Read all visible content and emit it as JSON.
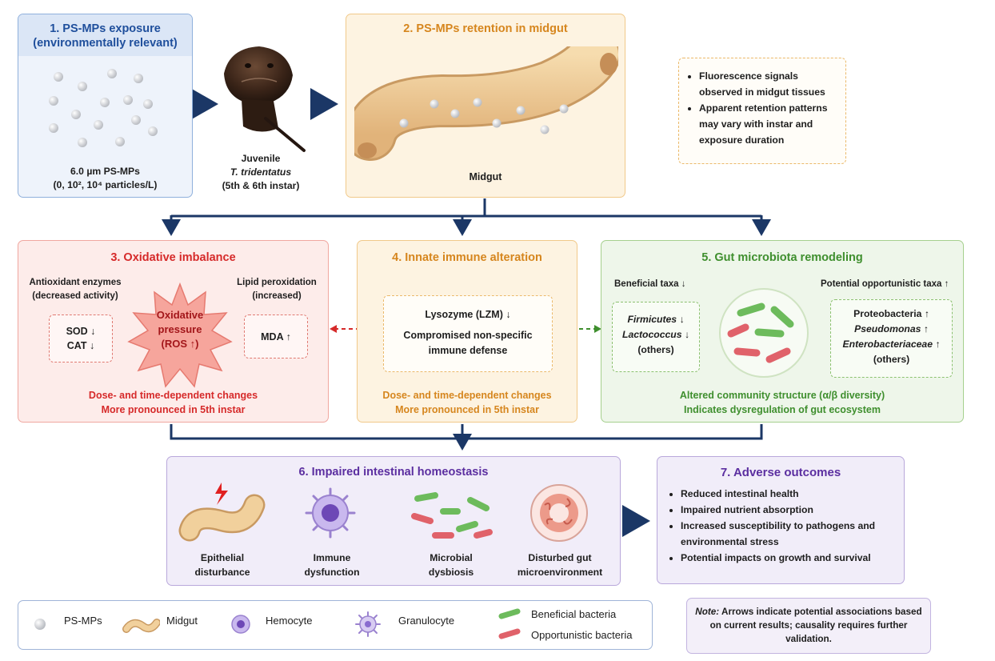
{
  "panel1": {
    "title_line1": "1. PS-MPs exposure",
    "title_line2": "(environmentally relevant)",
    "size_label": "6.0 µm PS-MPs",
    "conc_label": "(0, 10², 10⁴ particles/L)"
  },
  "organism": {
    "line1": "Juvenile",
    "line2": "T. tridentatus",
    "line3": "(5th & 6th instar)"
  },
  "panel2": {
    "title": "2. PS-MPs retention in midgut",
    "midgut_label": "Midgut",
    "notes": [
      "Fluorescence signals observed in midgut tissues",
      "Apparent retention patterns may vary with instar and exposure duration"
    ]
  },
  "panel3": {
    "title": "3. Oxidative imbalance",
    "left_head_line1": "Antioxidant enzymes",
    "left_head_line2": "(decreased activity)",
    "enzyme1": "SOD ↓",
    "enzyme2": "CAT ↓",
    "burst_line1": "Oxidative",
    "burst_line2": "pressure",
    "burst_line3": "(ROS ↑)",
    "right_head_line1": "Lipid peroxidation",
    "right_head_line2": "(increased)",
    "mda": "MDA ↑",
    "foot_line1": "Dose- and time-dependent changes",
    "foot_line2": "More pronounced in 5th instar"
  },
  "panel4": {
    "title": "4. Innate immune alteration",
    "lzm": "Lysozyme (LZM) ↓",
    "defense_line1": "Compromised non-specific",
    "defense_line2": "immune defense",
    "foot_line1": "Dose- and time-dependent changes",
    "foot_line2": "More pronounced in 5th instar"
  },
  "panel5": {
    "title": "5. Gut microbiota remodeling",
    "beneficial_head": "Beneficial taxa ↓",
    "beneficial": [
      "Firmicutes ↓",
      "Lactococcus ↓",
      "(others)"
    ],
    "opportunistic_head": "Potential opportunistic taxa ↑",
    "opportunistic": [
      "Proteobacteria ↑",
      "Pseudomonas ↑",
      "Enterobacteriaceae ↑",
      "(others)"
    ],
    "foot_line1": "Altered community structure (α/β diversity)",
    "foot_line2": "Indicates dysregulation of gut ecosystem"
  },
  "panel6": {
    "title": "6. Impaired intestinal homeostasis",
    "items": [
      {
        "line1": "Epithelial",
        "line2": "disturbance"
      },
      {
        "line1": "Immune",
        "line2": "dysfunction"
      },
      {
        "line1": "Microbial",
        "line2": "dysbiosis"
      },
      {
        "line1": "Disturbed gut",
        "line2": "microenvironment"
      }
    ]
  },
  "panel7": {
    "title": "7. Adverse outcomes",
    "items": [
      "Reduced intestinal health",
      "Impaired nutrient absorption",
      "Increased susceptibility to pathogens and environmental stress",
      "Potential impacts on growth and survival"
    ]
  },
  "legend": {
    "items": [
      "PS-MPs",
      "Midgut",
      "Hemocyte",
      "Granulocyte",
      "Beneficial bacteria",
      "Opportunistic bacteria"
    ]
  },
  "note": {
    "label": "Note:",
    "text": "Arrows indicate potential associations based on current results; causality requires further validation."
  },
  "colors": {
    "blue_panel": "#eef3fb",
    "peach_panel": "#fdf3e1",
    "red_panel": "#fdecea",
    "green_panel": "#eef6ea",
    "purple_panel": "#f1edf9",
    "red_text": "#d62a2a",
    "orange_text": "#d6861e",
    "green_text": "#3f8f2e",
    "purple_text": "#5b2ea0",
    "navy_arrow": "#1b3766"
  }
}
